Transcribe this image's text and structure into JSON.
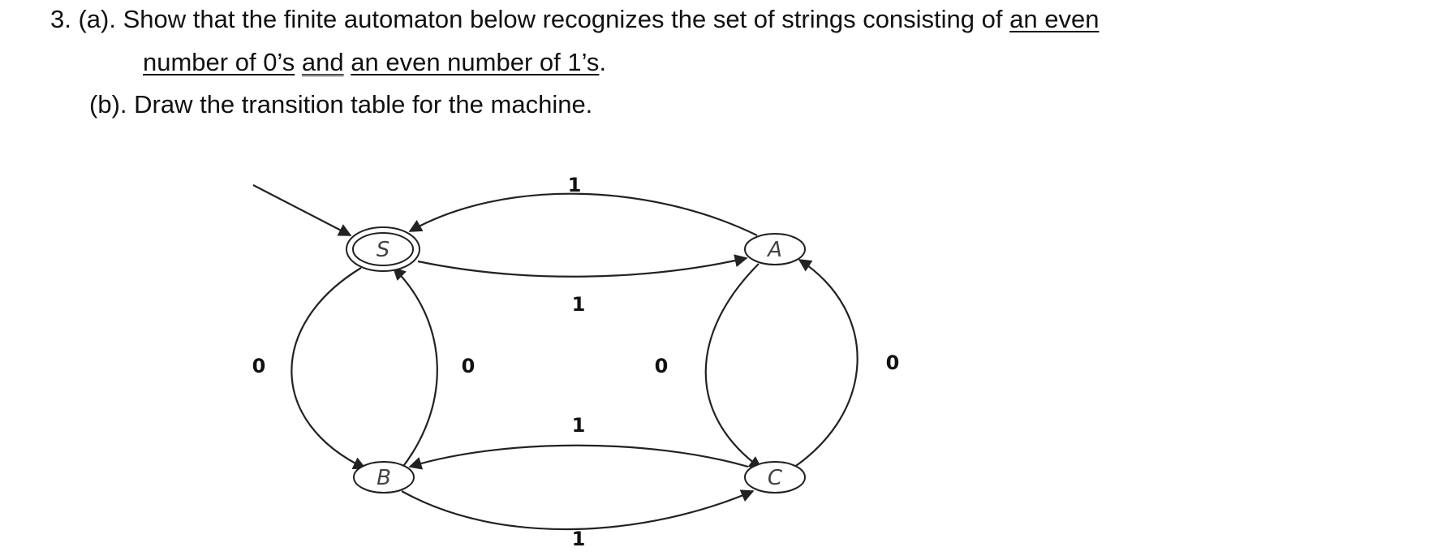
{
  "question": {
    "number": "3.",
    "part_a_label": "(a).",
    "part_a_text": "Show that the finite automaton below recognizes the set of strings consisting of",
    "phrase_1a": "an even",
    "phrase_1b": "number of 0’s",
    "conj": "and",
    "phrase_2": "an even number of 1’s",
    "period": ".",
    "part_b_label": "(b).",
    "part_b_text": "Draw the transition table for the machine."
  },
  "automaton": {
    "states": [
      {
        "id": "S",
        "label": "S",
        "start": true,
        "accepting": true
      },
      {
        "id": "A",
        "label": "A",
        "start": false,
        "accepting": false
      },
      {
        "id": "B",
        "label": "B",
        "start": false,
        "accepting": false
      },
      {
        "id": "C",
        "label": "C",
        "start": false,
        "accepting": false
      }
    ],
    "transitions": [
      {
        "id": "A-S",
        "from": "A",
        "to": "S",
        "symbol": "1"
      },
      {
        "id": "S-A",
        "from": "S",
        "to": "A",
        "symbol": "1"
      },
      {
        "id": "C-B",
        "from": "C",
        "to": "B",
        "symbol": "1"
      },
      {
        "id": "B-C",
        "from": "B",
        "to": "C",
        "symbol": "1"
      },
      {
        "id": "S-B",
        "from": "S",
        "to": "B",
        "symbol": "0"
      },
      {
        "id": "B-S",
        "from": "B",
        "to": "S",
        "symbol": "0"
      },
      {
        "id": "A-C",
        "from": "A",
        "to": "C",
        "symbol": "0"
      },
      {
        "id": "C-A",
        "from": "C",
        "to": "A",
        "symbol": "0"
      }
    ]
  }
}
